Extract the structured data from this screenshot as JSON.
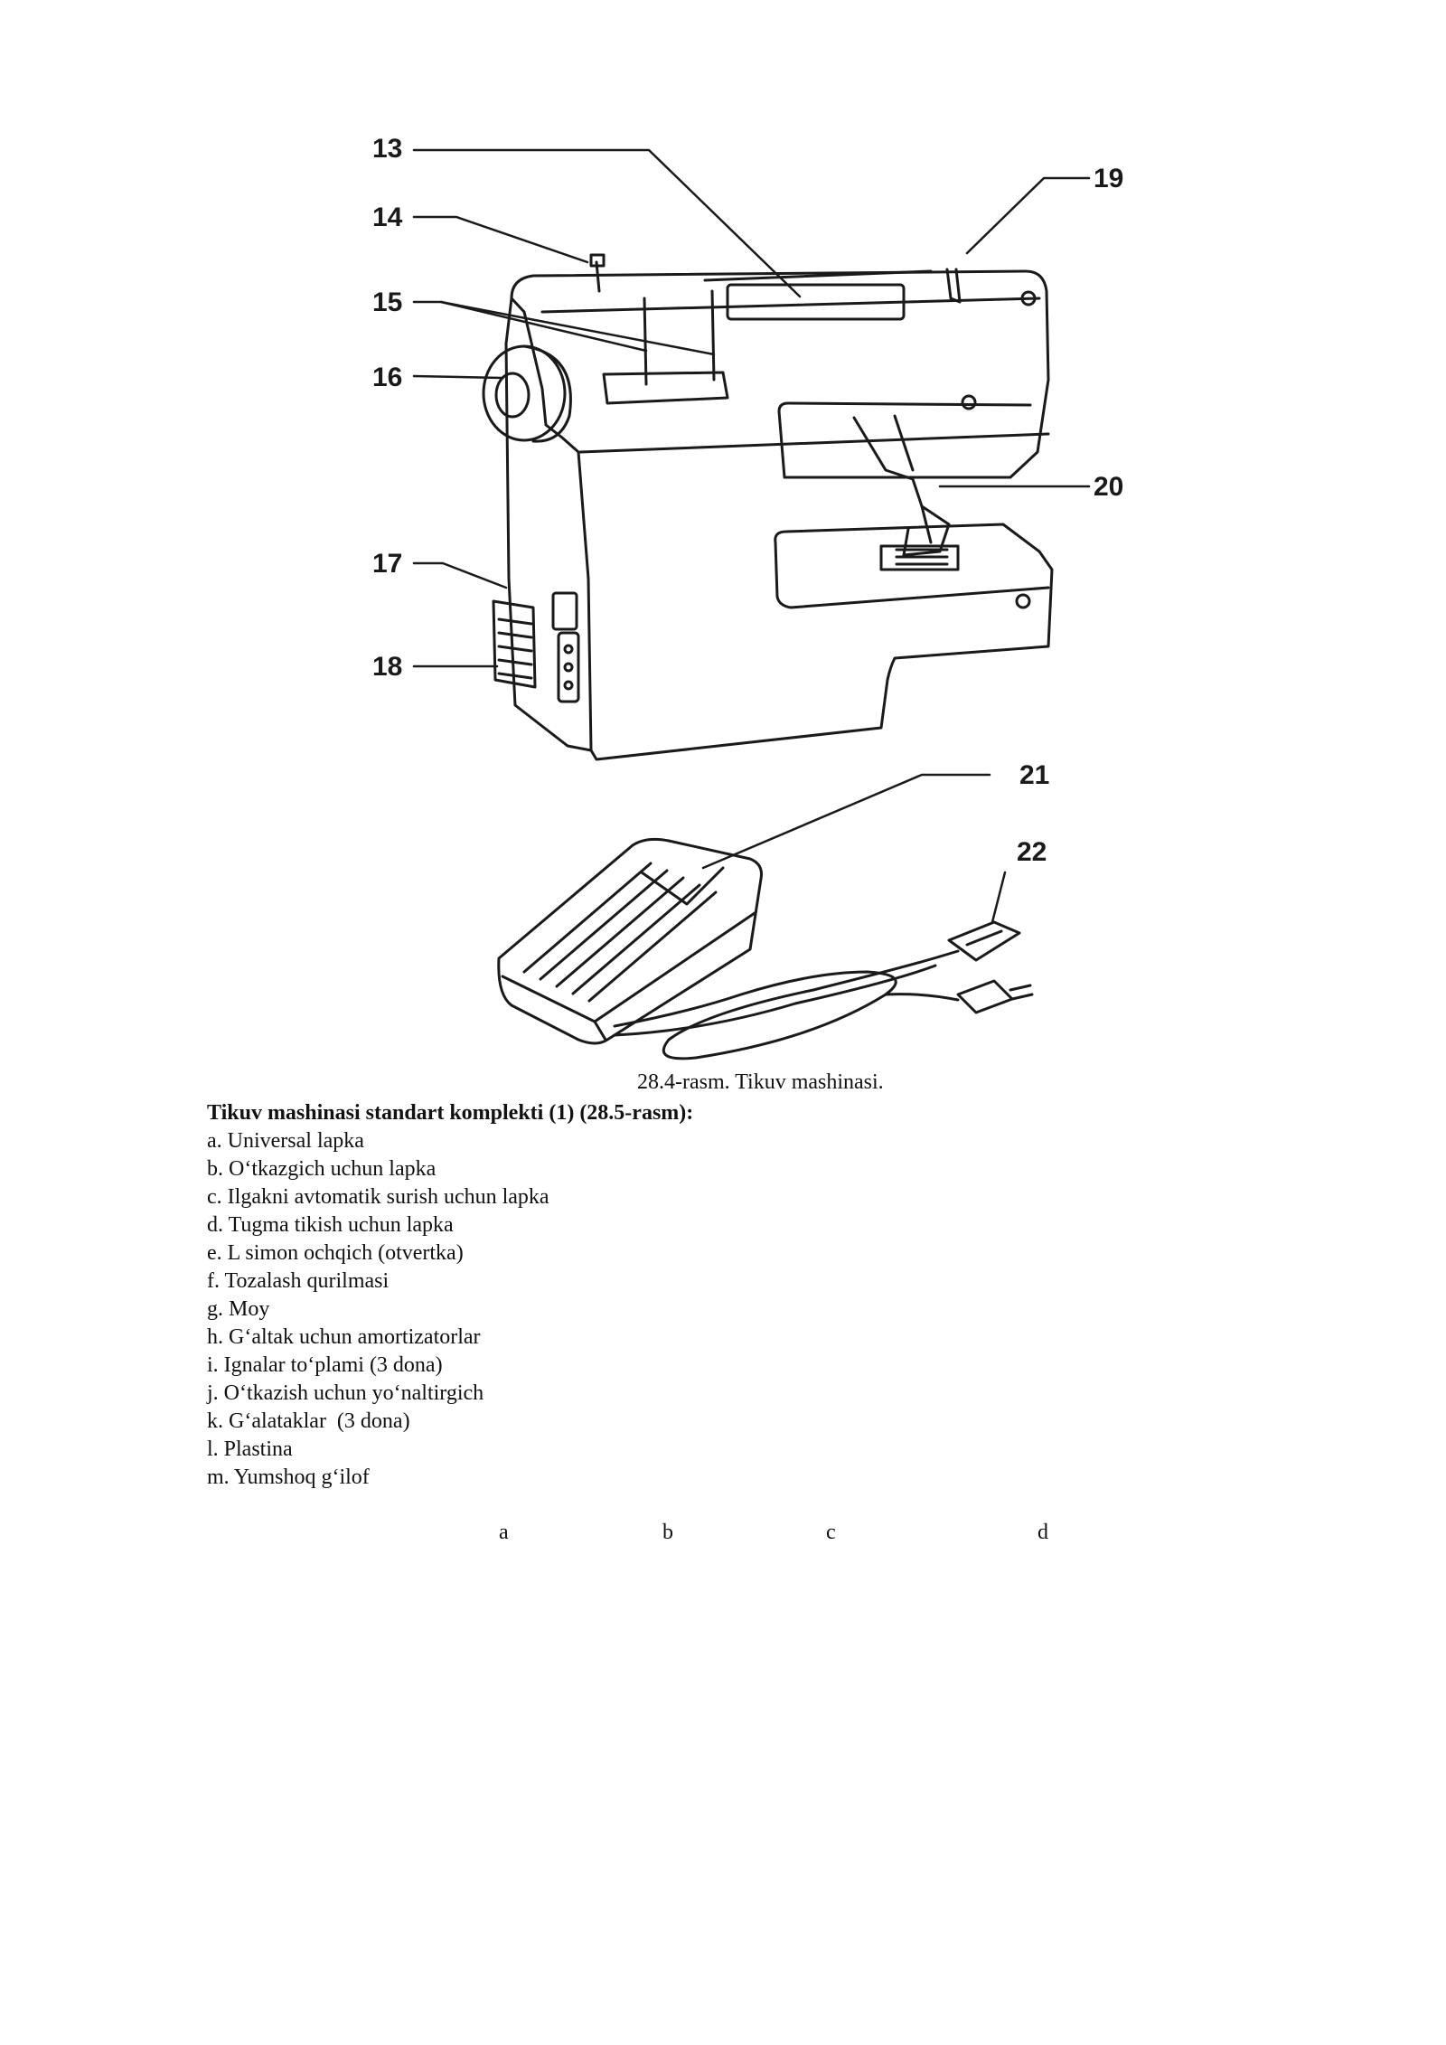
{
  "figure": {
    "callouts": [
      "13",
      "14",
      "15",
      "16",
      "17",
      "18",
      "19",
      "20",
      "21",
      "22"
    ],
    "caption": "28.4-rasm. Tikuv mashinasi."
  },
  "list": {
    "heading": "Tikuv mashinasi standart komplekti (1) (28.5-rasm):",
    "items": [
      "a. Universal lapka",
      "b. O‘tkazgich uchun lapka",
      "c. Ilgakni avtomatik surish uchun lapka",
      "d. Tugma tikish uchun lapka",
      "e. L simon ochqich (otvertka)",
      "f. Tozalash qurilmasi",
      "g. Moy",
      "h. G‘altak uchun amortizatorlar",
      "i. Ignalar to‘plami (3 dona)",
      "j. O‘tkazish uchun yo‘naltirgich",
      "k. G‘alataklar  (3 dona)",
      "l. Plastina",
      "m. Yumshoq g‘ilof"
    ]
  },
  "subfigure_letters": [
    "a",
    "b",
    "c",
    "d"
  ]
}
